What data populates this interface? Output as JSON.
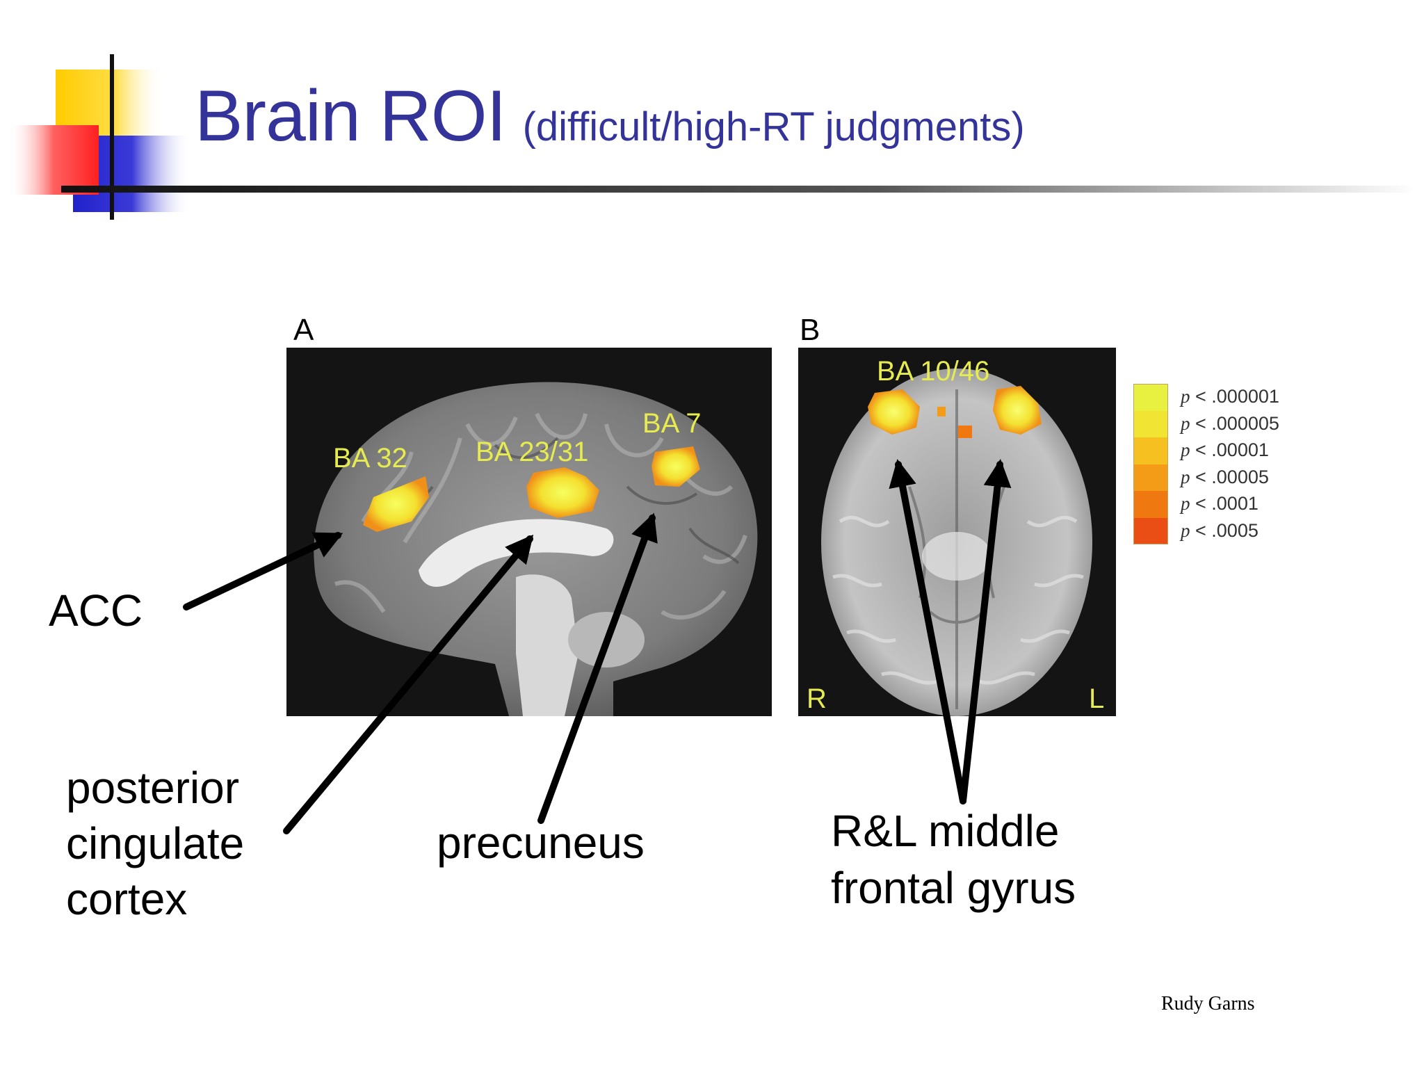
{
  "title": {
    "main": "Brain ROI",
    "sub": "(difficult/high-RT judgments)"
  },
  "panels": {
    "a": {
      "letter": "A",
      "regions": [
        "BA 32",
        "BA 23/31",
        "BA 7"
      ]
    },
    "b": {
      "letter": "B",
      "region": "BA 10/46",
      "orientation_right": "R",
      "orientation_left": "L"
    }
  },
  "annotations": {
    "acc": "ACC",
    "pcc": [
      "posterior",
      "cingulate",
      "cortex"
    ],
    "precuneus": "precuneus",
    "mfg": [
      "R&L middle",
      "frontal gyrus"
    ]
  },
  "legend": {
    "p_symbol": "p",
    "items": [
      {
        "label": "< .000001",
        "color": "#e8f040"
      },
      {
        "label": "< .000005",
        "color": "#f2e432"
      },
      {
        "label": "< .00001",
        "color": "#f5c020"
      },
      {
        "label": "< .00005",
        "color": "#f49c18"
      },
      {
        "label": "< .0001",
        "color": "#f07810"
      },
      {
        "label": "< .0005",
        "color": "#ea4e14"
      }
    ]
  },
  "credit": "Rudy Garns",
  "colors": {
    "title": "#33339a",
    "accent_yellow": "#ffcc00",
    "accent_red": "#ff2a2a",
    "accent_blue": "#2a2ad4"
  }
}
